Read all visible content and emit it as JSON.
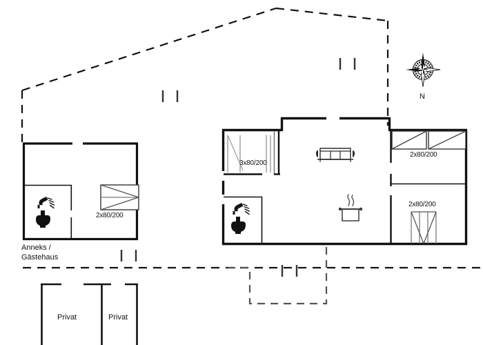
{
  "document": {
    "type": "floor-plan",
    "title": "Holiday house floor plan with annex",
    "background_color": "#ffffff",
    "line_color": "#111111"
  },
  "compass": {
    "name": "compass-rose",
    "label": "N"
  },
  "annex": {
    "label_line_1": "Anneks /",
    "label_line_2": "Gästehaus",
    "bed_label": "2x80/200",
    "fixtures": [
      {
        "name": "shower-icon",
        "label": "shower"
      },
      {
        "name": "toilet-icon",
        "label": "toilet"
      }
    ]
  },
  "main_house": {
    "bedroom_left": {
      "bed_label": "3x80/200"
    },
    "bedroom_right_top": {
      "bed_label": "2x80/200"
    },
    "bedroom_right_bottom": {
      "bed_label": "2x80/200"
    },
    "living_room": {
      "furniture": [
        {
          "name": "sofa-icon",
          "label": "sofa"
        }
      ]
    },
    "kitchen": {
      "furniture": [
        {
          "name": "cooking-pot-icon",
          "label": "cooking pot"
        }
      ]
    },
    "bathroom": {
      "fixtures": [
        {
          "name": "shower-icon",
          "label": "shower"
        },
        {
          "name": "toilet-icon",
          "label": "toilet"
        }
      ]
    }
  },
  "private_area": {
    "rooms": [
      {
        "label": "Privat"
      },
      {
        "label": "Privat"
      }
    ]
  },
  "legend": {
    "bed_sizes": [
      "2x80/200",
      "3x80/200",
      "2x80/200",
      "2x80/200"
    ]
  }
}
